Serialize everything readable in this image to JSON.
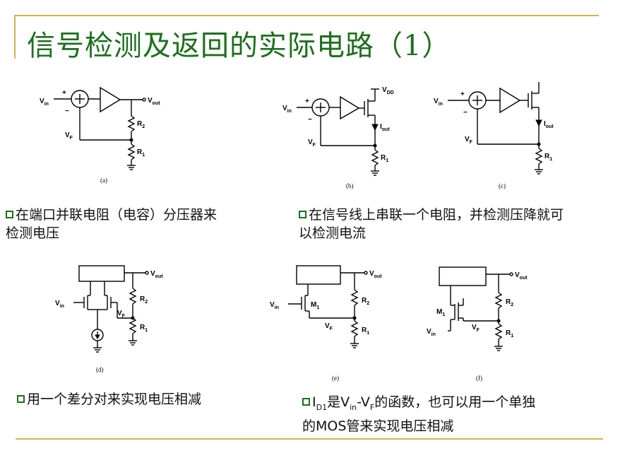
{
  "slide": {
    "title": "信号检测及返回的实际电路（1）"
  },
  "circuits": {
    "a": {
      "label": "(a)",
      "vin": "V",
      "vin_sub": "in",
      "vout": "V",
      "vout_sub": "out",
      "vf": "V",
      "vf_sub": "F",
      "r2": "R",
      "r2_sub": "2",
      "r1": "R",
      "r1_sub": "1",
      "plus": "+",
      "minus": "−"
    },
    "b": {
      "label": "(b)",
      "vin": "V",
      "vin_sub": "in",
      "vdd": "V",
      "vdd_sub": "DD",
      "iout": "I",
      "iout_sub": "out",
      "vf": "V",
      "vf_sub": "F",
      "r1": "R",
      "r1_sub": "1",
      "plus": "+",
      "minus": "−"
    },
    "c": {
      "label": "(c)",
      "vin": "V",
      "vin_sub": "in",
      "iout": "I",
      "iout_sub": "out",
      "vf": "V",
      "vf_sub": "F",
      "r1": "R",
      "r1_sub": "1",
      "plus": "+",
      "minus": "−"
    },
    "d": {
      "label": "(d)",
      "vin": "V",
      "vin_sub": "in",
      "vout": "V",
      "vout_sub": "out",
      "vf": "V",
      "vf_sub": "F",
      "r2": "R",
      "r2_sub": "2",
      "r1": "R",
      "r1_sub": "1"
    },
    "e": {
      "label": "(e)",
      "vin": "V",
      "vin_sub": "in",
      "vout": "V",
      "vout_sub": "out",
      "vf": "V",
      "vf_sub": "F",
      "m1": "M",
      "m1_sub": "1",
      "r2": "R",
      "r2_sub": "2",
      "r1": "R",
      "r1_sub": "1"
    },
    "f": {
      "label": "(f)",
      "vin": "V",
      "vin_sub": "in",
      "vout": "V",
      "vout_sub": "out",
      "vf": "V",
      "vf_sub": "F",
      "m1": "M",
      "m1_sub": "1",
      "r2": "R",
      "r2_sub": "2",
      "r1": "R",
      "r1_sub": "1"
    }
  },
  "captions": {
    "c1_line1": "在端口并联电阻（电容）分压器来",
    "c1_line2": "检测电压",
    "c2_line1": "在信号线上串联一个电阻，并检测压降就可",
    "c2_line2": "以检测电流",
    "c3_line1": "用一个差分对来实现电压相减",
    "c4_i": "I",
    "c4_i_sub": "D1",
    "c4_text1": "是V",
    "c4_v_sub": "in",
    "c4_dash": "-V",
    "c4_f_sub": "F",
    "c4_text2": "的函数，也可以用一个单独",
    "c4_line2": "的MOS管来实现电压相减"
  },
  "colors": {
    "title": "#1f6e1f",
    "rule": "#d6b34e",
    "bullet": "#1f6e1f"
  }
}
